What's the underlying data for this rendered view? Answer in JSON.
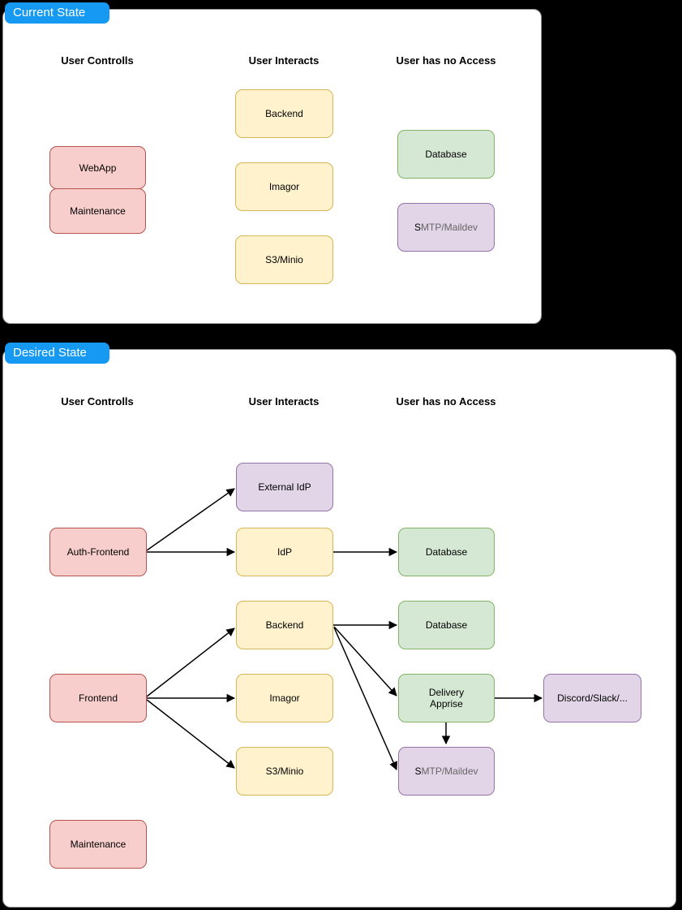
{
  "palette": {
    "background": "#000000",
    "panel_fill": "#FFFFFF",
    "panel_border": "#969696",
    "badge_fill": "#1699F3",
    "badge_text": "#FFFFFF",
    "node_red": {
      "fill": "#F8CECC",
      "stroke": "#B85450"
    },
    "node_yellow": {
      "fill": "#FFF2CC",
      "stroke": "#D6B656"
    },
    "node_green": {
      "fill": "#D5E8D4",
      "stroke": "#82B366"
    },
    "node_purple": {
      "fill": "#E1D5E7",
      "stroke": "#9673A6"
    },
    "edge_color": "#000000",
    "muted_label_color": "#666666"
  },
  "panels": {
    "current": {
      "badge": "Current State",
      "columns": {
        "controls": "User Controlls",
        "interacts": "User Interacts",
        "no_access": "User has no Access"
      },
      "nodes": {
        "webapp": {
          "label": "WebApp",
          "color": "red"
        },
        "maintenance": {
          "label": "Maintenance",
          "color": "red"
        },
        "backend": {
          "label": "Backend",
          "color": "yellow"
        },
        "imagor": {
          "label": "Imagor",
          "color": "yellow"
        },
        "s3minio": {
          "label": "S3/Minio",
          "color": "yellow"
        },
        "database": {
          "label": "Database",
          "color": "green"
        },
        "smtp": {
          "label_prefix": "S",
          "label_rest": "MTP/Maildev",
          "color": "purple"
        }
      },
      "edges": []
    },
    "desired": {
      "badge": "Desired State",
      "columns": {
        "controls": "User Controlls",
        "interacts": "User Interacts",
        "no_access": "User has no Access"
      },
      "nodes": {
        "auth_frontend": {
          "label": "Auth-Frontend",
          "color": "red"
        },
        "external_idp": {
          "label": "External IdP",
          "color": "purple"
        },
        "idp": {
          "label": "IdP",
          "color": "yellow"
        },
        "database_idp": {
          "label": "Database",
          "color": "green"
        },
        "backend": {
          "label": "Backend",
          "color": "yellow"
        },
        "database_backend": {
          "label": "Database",
          "color": "green"
        },
        "frontend": {
          "label": "Frontend",
          "color": "red"
        },
        "imagor": {
          "label": "Imagor",
          "color": "yellow"
        },
        "delivery_apprise": {
          "label": "Delivery\nApprise",
          "color": "green"
        },
        "discord_slack": {
          "label": "Discord/Slack/...",
          "color": "purple"
        },
        "s3minio": {
          "label": "S3/Minio",
          "color": "yellow"
        },
        "smtp": {
          "label_prefix": "S",
          "label_rest": "MTP/Maildev",
          "color": "purple"
        },
        "maintenance": {
          "label": "Maintenance",
          "color": "red"
        }
      },
      "edges": [
        {
          "from": "Auth-Frontend",
          "to": "External IdP"
        },
        {
          "from": "Auth-Frontend",
          "to": "IdP"
        },
        {
          "from": "IdP",
          "to": "Database"
        },
        {
          "from": "Frontend",
          "to": "Backend"
        },
        {
          "from": "Frontend",
          "to": "Imagor"
        },
        {
          "from": "Frontend",
          "to": "S3/Minio"
        },
        {
          "from": "Backend",
          "to": "Database"
        },
        {
          "from": "Backend",
          "to": "Delivery Apprise"
        },
        {
          "from": "Backend",
          "to": "SMTP/Maildev"
        },
        {
          "from": "Delivery Apprise",
          "to": "Discord/Slack/..."
        },
        {
          "from": "Delivery Apprise",
          "to": "SMTP/Maildev"
        }
      ]
    }
  }
}
